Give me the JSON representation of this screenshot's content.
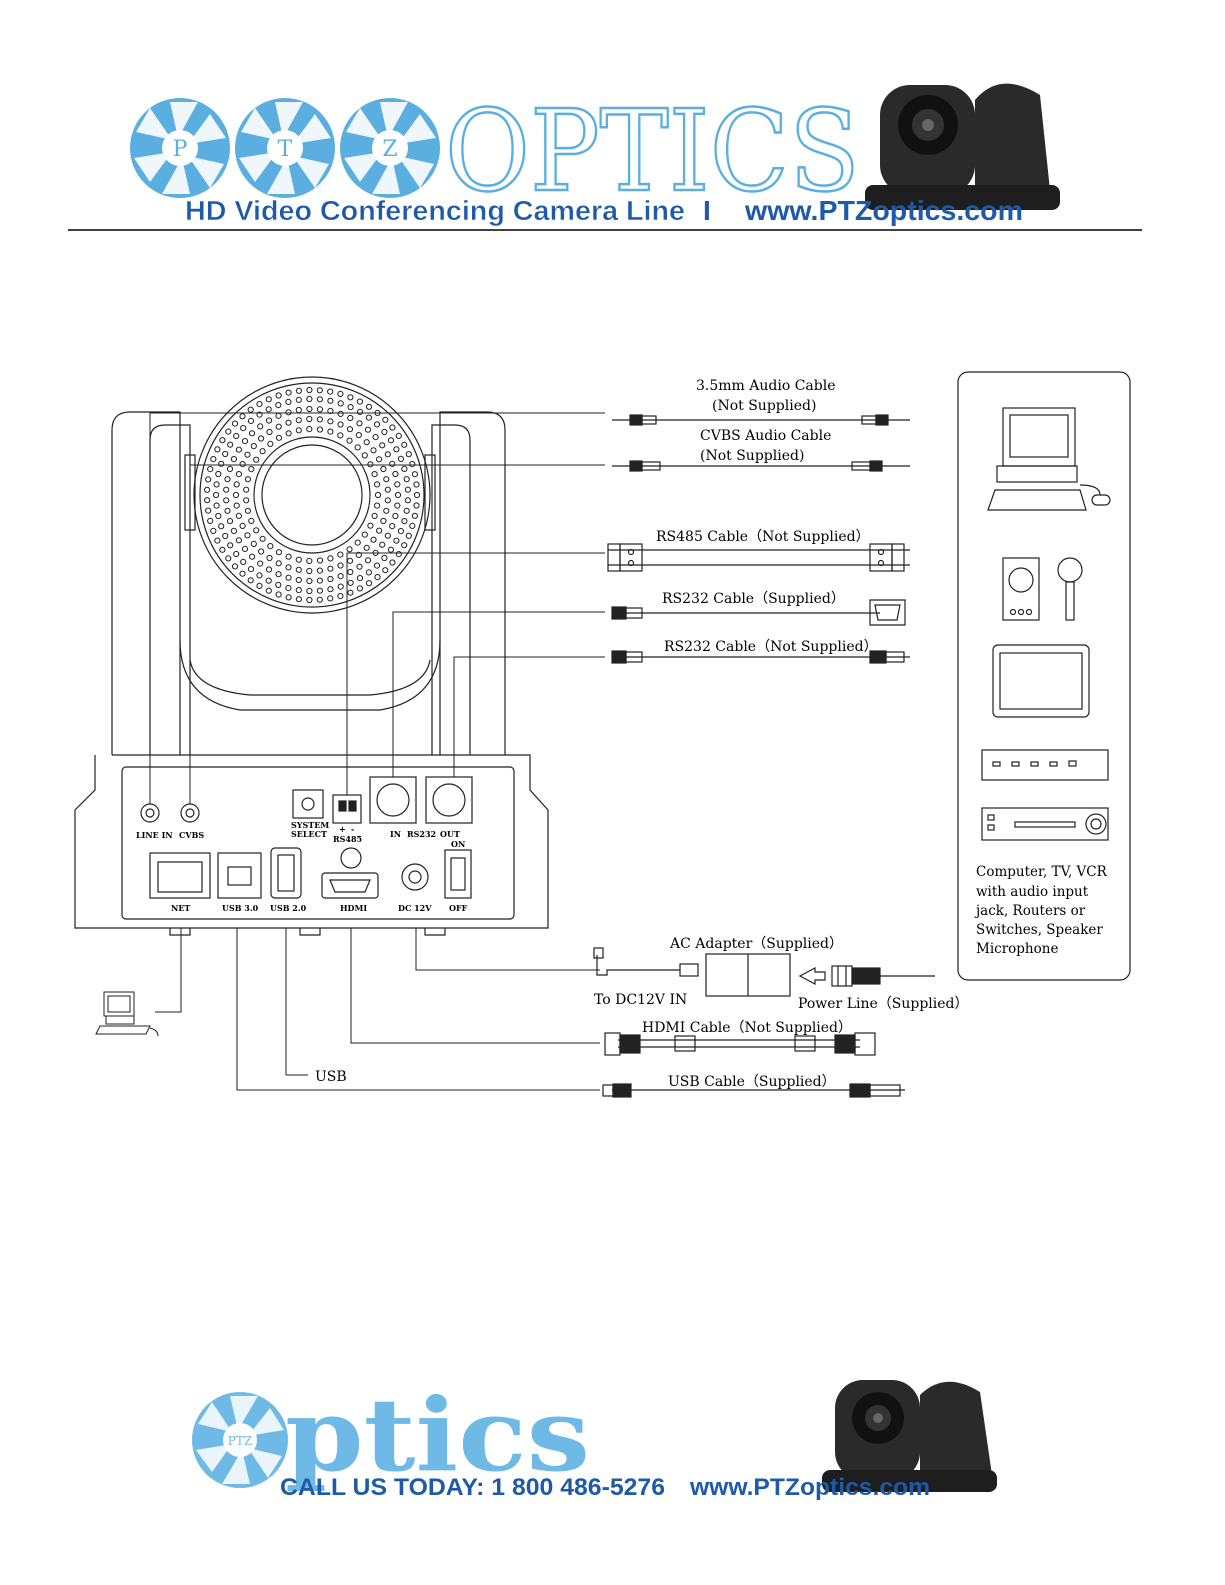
{
  "header": {
    "logo_letters": [
      "P",
      "T",
      "Z"
    ],
    "logo_word": "OPTICS",
    "tagline": "HD Video Conferencing Camera Line",
    "separator": "I",
    "website": "www.PTZoptics.com",
    "brand_blue": "#5aaee0",
    "banner_blue": "#1e5aa8"
  },
  "camera_panel": {
    "line_in": "LINE IN",
    "cvbs": "CVBS",
    "system_select_1": "SYSTEM",
    "system_select_2": "SELECT",
    "rs485": "RS485",
    "rs485_plus": "+",
    "rs485_minus": "-",
    "in": "IN",
    "rs232": "RS232",
    "out": "OUT",
    "on": "ON",
    "off": "OFF",
    "net": "NET",
    "usb30": "USB 3.0",
    "usb20": "USB 2.0",
    "hdmi": "HDMI",
    "dc12v": "DC 12V"
  },
  "cables": {
    "audio_cable_1": "3.5mm Audio Cable",
    "audio_cable_2": "(Not Supplied)",
    "cvbs_cable_1": "CVBS Audio Cable",
    "cvbs_cable_2": "(Not Supplied)",
    "rs485_cable": "RS485 Cable（Not Supplied）",
    "rs232_supplied": "RS232 Cable（Supplied）",
    "rs232_not_supplied": "RS232 Cable（Not Supplied）",
    "ac_adapter": "AC Adapter（Supplied）",
    "to_dc12v": "To DC12V IN",
    "power_line": "Power Line（Supplied）",
    "hdmi_cable": "HDMI Cable（Not Supplied）",
    "usb_label": "USB",
    "usb_cable": "USB Cable（Supplied）"
  },
  "devices_box": {
    "line1": "Computer, TV, VCR",
    "line2": "with audio input",
    "line3": "jack, Routers or",
    "line4": "Switches, Speaker",
    "line5": "Microphone"
  },
  "footer": {
    "logo_inner": "PTZ",
    "logo_word": "ptics",
    "call_text": "CALL US TODAY: 1 800 486-5276",
    "website": "www.PTZoptics.com"
  }
}
